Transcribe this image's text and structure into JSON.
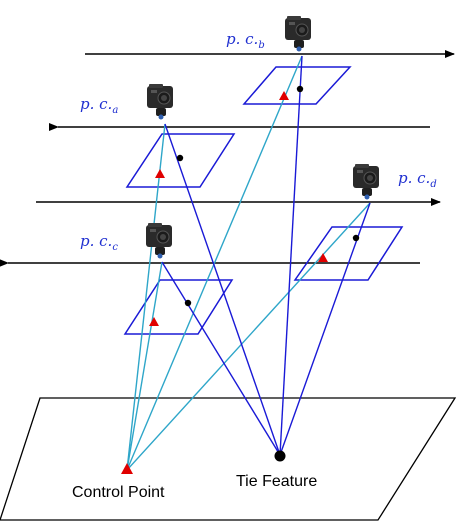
{
  "labels": {
    "pc_a": {
      "main": "p. c.",
      "sub": "a"
    },
    "pc_b": {
      "main": "p. c.",
      "sub": "b"
    },
    "pc_c": {
      "main": "p. c.",
      "sub": "c"
    },
    "pc_d": {
      "main": "p. c.",
      "sub": "d"
    },
    "control_point": "Control Point",
    "tie_feature": "Tie Feature"
  },
  "colors": {
    "label_blue": "#1f2fd0",
    "ray_blue": "#1a1ad6",
    "ray_cyan": "#2ea6c9",
    "control_red": "#e00000",
    "tie_black": "#000000",
    "flight_line": "#000000",
    "camera_body": "#2a2a2a"
  },
  "icons": {
    "camera": "camera-icon",
    "control_point": "red-triangle-marker",
    "tie_feature": "black-dot-marker"
  }
}
